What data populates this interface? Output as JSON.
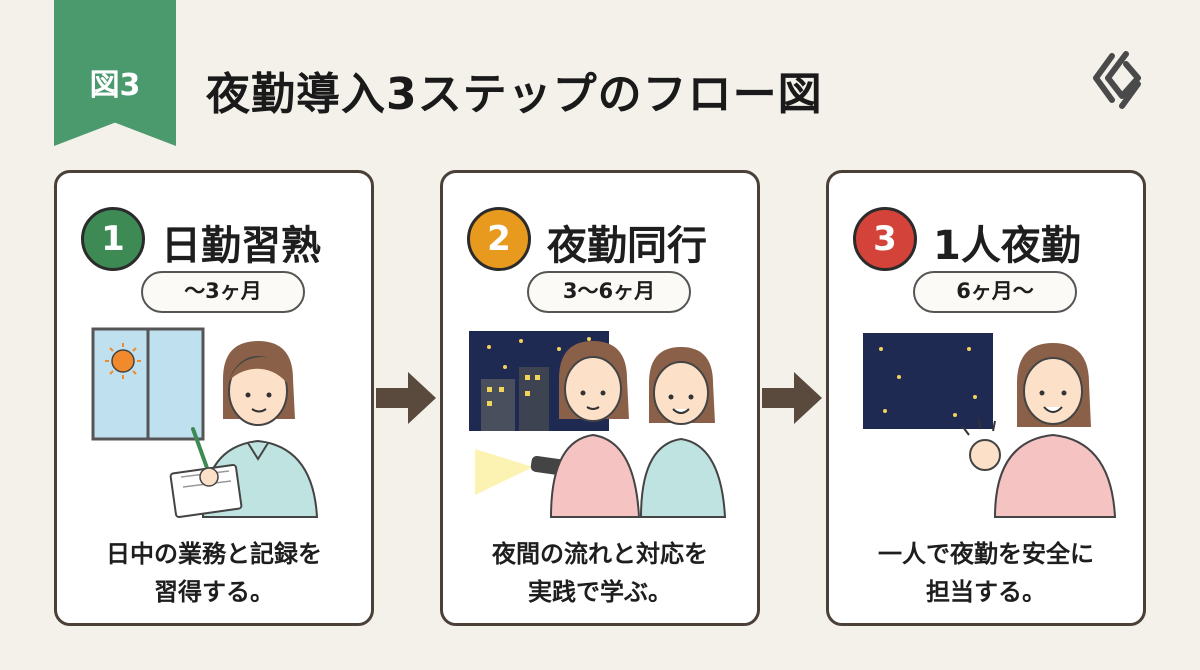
{
  "header": {
    "figure_label": "図3",
    "title": "夜勤導入3ステップのフロー図"
  },
  "colors": {
    "ribbon": "#4a9a6e",
    "step1": "#3d8a55",
    "step2": "#e89a1e",
    "step3": "#d4433a",
    "border": "#4a4038",
    "arrow": "#5a4a3e"
  },
  "steps": [
    {
      "number": "1",
      "title": "日勤習熟",
      "period": "〜3ヶ月",
      "description_lines": [
        "日中の業務と記録を",
        "習得する。"
      ]
    },
    {
      "number": "2",
      "title": "夜勤同行",
      "period": "3〜6ヶ月",
      "description_lines": [
        "夜間の流れと対応を",
        "実践で学ぶ。"
      ]
    },
    {
      "number": "3",
      "title": "1人夜勤",
      "period": "6ヶ月〜",
      "description_lines": [
        "一人で夜勤を安全に",
        "担当する。"
      ]
    }
  ]
}
